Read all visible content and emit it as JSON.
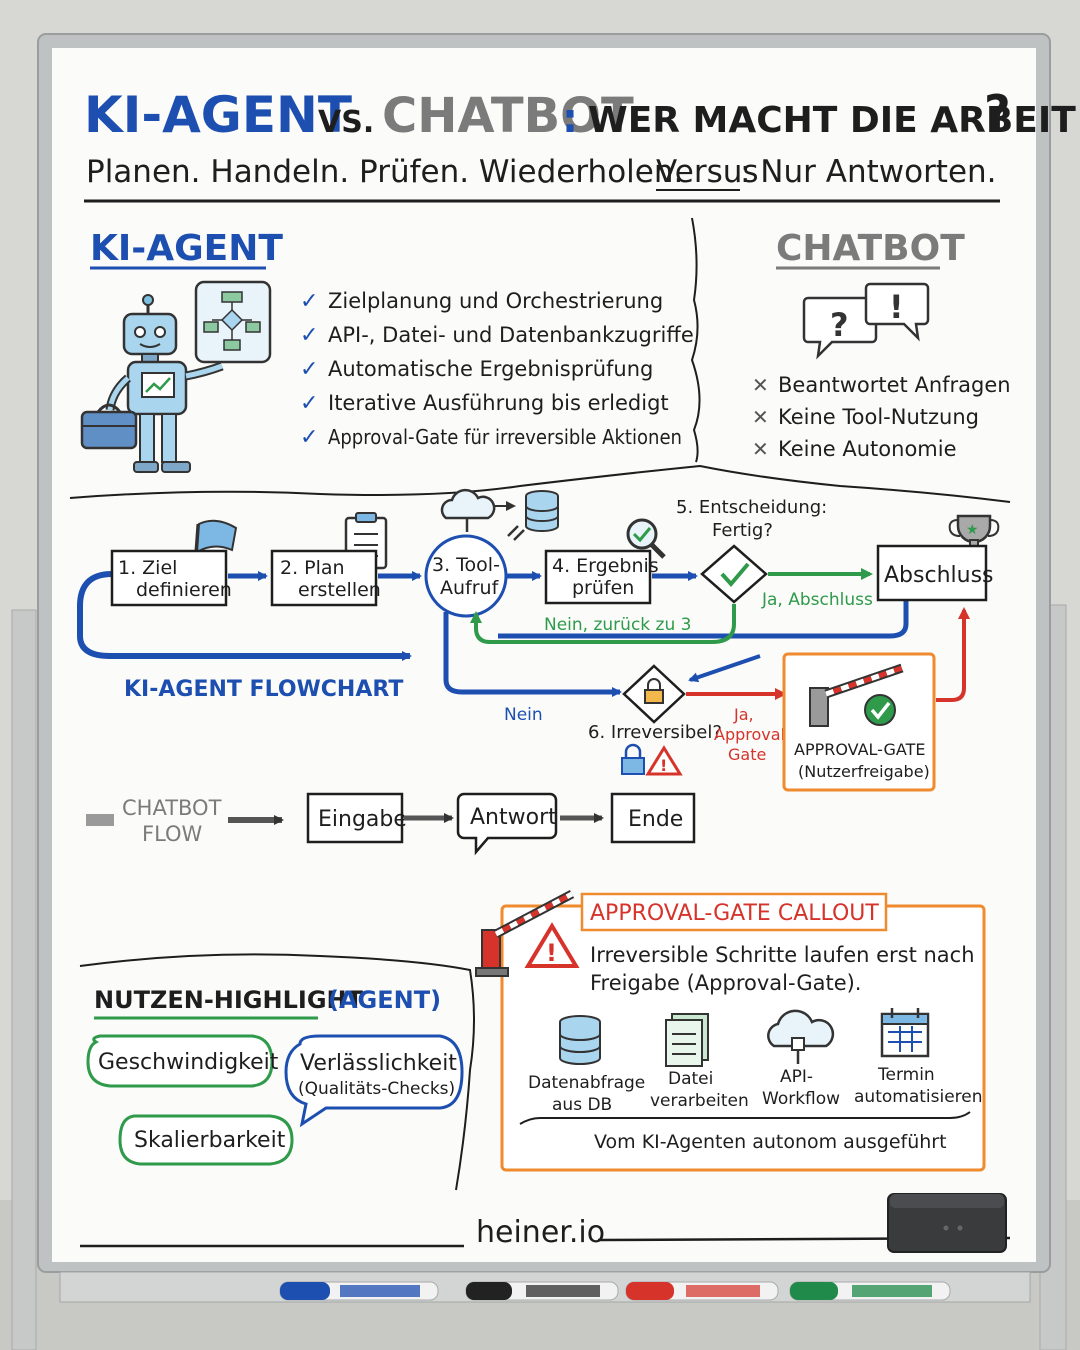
{
  "header": {
    "title_agent": "KI-AGENT",
    "title_vs": "VS.",
    "title_chatbot": "CHATBOT",
    "title_colon": ":",
    "title_rest": "WER MACHT DIE ARBEIT",
    "title_q": "?",
    "subtitle_a": "Planen. Handeln. Prüfen. Wiederholen.",
    "subtitle_versus": "Versus",
    "subtitle_b": ": Nur Antworten."
  },
  "agent": {
    "heading": "KI-AGENT",
    "features": [
      "Zielplanung und Orchestrierung",
      "API-, Datei- und Datenbankzugriffe",
      "Automatische Ergebnisprüfung",
      "Iterative Ausführung bis erledigt",
      "Approval-Gate für irreversible Aktionen"
    ]
  },
  "chatbot": {
    "heading": "CHATBOT",
    "bubble_q": "?",
    "bubble_e": "!",
    "items": [
      "Beantwortet Anfragen",
      "Keine Tool-Nutzung",
      "Keine Autonomie"
    ]
  },
  "flowchart": {
    "title": "KI-AGENT FLOWCHART",
    "step1": [
      "1. Ziel",
      "definieren"
    ],
    "step2": [
      "2. Plan",
      "erstellen"
    ],
    "step3": [
      "3. Tool-",
      "Aufruf"
    ],
    "step4": [
      "4. Ergebnis",
      "prüfen"
    ],
    "step5": [
      "5. Entscheidung:",
      "Fertig?"
    ],
    "yes_label": "Ja, Abschluss",
    "no_label": "Nein, zurück zu 3",
    "done": "Abschluss",
    "nein": "Nein",
    "irreversible": "6. Irreversibel?",
    "ja_gate": [
      "Ja,",
      "Approval-",
      "Gate"
    ],
    "approval": [
      "APPROVAL-GATE",
      "(Nutzerfreigabe)"
    ]
  },
  "chatbot_flow": {
    "label": [
      "CHATBOT",
      "FLOW"
    ],
    "steps": [
      "Eingabe",
      "Antwort",
      "Ende"
    ]
  },
  "callout": {
    "title": "APPROVAL-GATE CALLOUT",
    "text": [
      "Irreversible Schritte laufen erst nach",
      "Freigabe (Approval-Gate)."
    ],
    "actions": [
      [
        "Datenabfrage",
        "aus DB"
      ],
      [
        "Datei",
        "verarbeiten"
      ],
      [
        "API-",
        "Workflow"
      ],
      [
        "Termin",
        "automatisieren"
      ]
    ],
    "footer": "Vom KI-Agenten autonom ausgeführt"
  },
  "benefits": {
    "title_a": "NUTZEN-HIGHLIGHT",
    "title_b": "(AGENT)",
    "items": [
      "Geschwindigkeit",
      "Skalierbarkeit"
    ],
    "reliability": [
      "Verlässlichkeit",
      "(Qualitäts-Checks)"
    ]
  },
  "footer": {
    "brand": "heiner.io"
  },
  "colors": {
    "blue": "#1d4fb0",
    "green": "#2e9a4a",
    "red": "#d6332b",
    "orange": "#ef8a2e",
    "gray": "#7b7b7b",
    "ink": "#1e1e1e"
  }
}
